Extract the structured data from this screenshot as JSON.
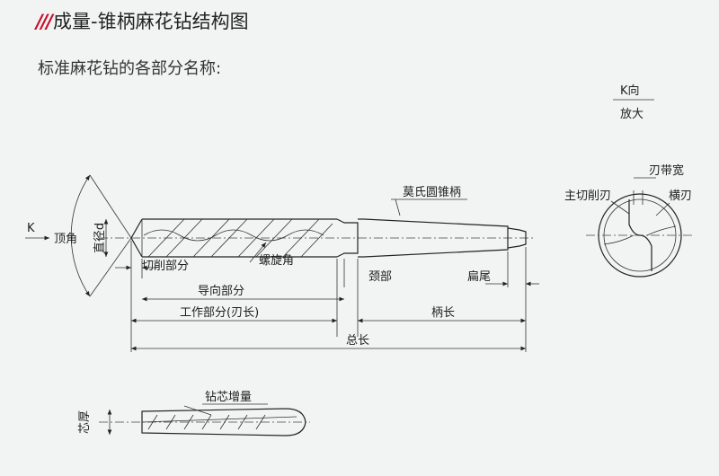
{
  "title": {
    "mark": "///",
    "text": "成量-锥柄麻花钻结构图"
  },
  "subtitle": "标准麻花钻的各部分名称:",
  "view_label": {
    "top": "K向",
    "bottom": "放大"
  },
  "labels": {
    "k_arrow": "K",
    "point_angle": "顶角",
    "diameter": "直径d",
    "cutting_part": "切削部分",
    "helix_angle": "螺旋角",
    "morse_taper_shank": "莫氏圆锥柄",
    "neck": "颈部",
    "tang": "扁尾",
    "guide_part": "导向部分",
    "working_part": "工作部分(刃长)",
    "shank_length": "柄长",
    "total_length": "总长",
    "margin_width": "刃带宽",
    "main_cutting_edge": "主切削刃",
    "chisel_edge": "横刃",
    "core_increase": "钻芯增量",
    "web_thickness": "芯厚"
  }
}
